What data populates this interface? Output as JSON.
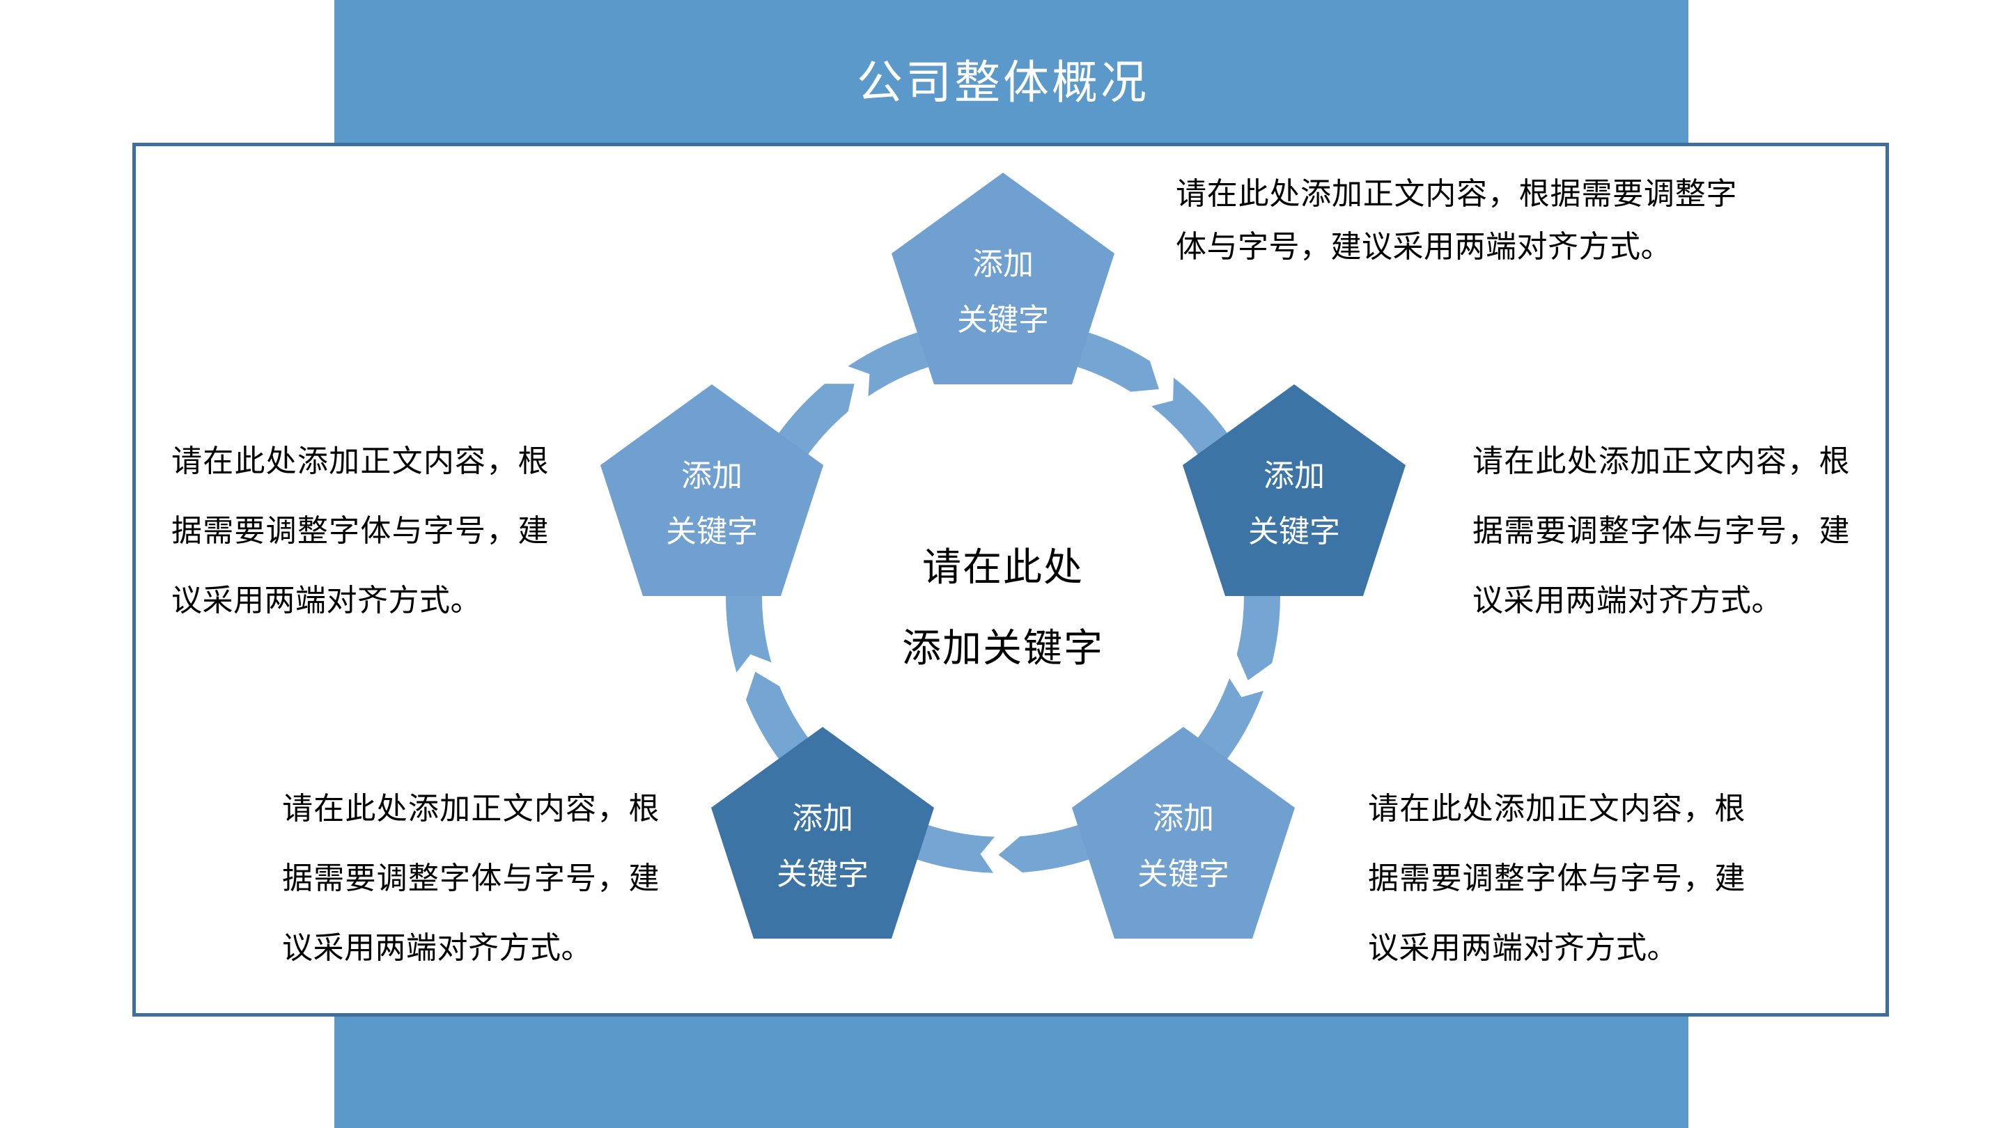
{
  "slide": {
    "title": "公司整体概况",
    "colors": {
      "band": "#5B99CA",
      "card_border": "#3E6E9C",
      "pentagon_light": "#6FA0CF",
      "pentagon_dark": "#3C74A6",
      "arc": "#74A5D3",
      "title_text": "#FFFFFF",
      "label_text": "#FFFFFF",
      "body_text": "#000000"
    }
  },
  "diagram": {
    "type": "cycle-of-5-pentagons",
    "flow_direction": "clockwise",
    "center": {
      "line1": "请在此处",
      "line2": "添加关键字"
    },
    "pentagons": [
      {
        "position": "top",
        "tone": "light",
        "line1": "添加",
        "line2": "关键字"
      },
      {
        "position": "right",
        "tone": "dark",
        "line1": "添加",
        "line2": "关键字"
      },
      {
        "position": "bottom-right",
        "tone": "light",
        "line1": "添加",
        "line2": "关键字"
      },
      {
        "position": "bottom-left",
        "tone": "dark",
        "line1": "添加",
        "line2": "关键字"
      },
      {
        "position": "left",
        "tone": "light",
        "line1": "添加",
        "line2": "关键字"
      }
    ]
  },
  "notes": {
    "top_right": "请在此处添加正文内容，根据需要调整字体与字号，建议采用两端对齐方式。",
    "left": "请在此处添加正文内容，根据需要调整字体与字号，建议采用两端对齐方式。",
    "right": "请在此处添加正文内容，根据需要调整字体与字号，建议采用两端对齐方式。",
    "bottom_left": "请在此处添加正文内容，根据需要调整字体与字号，建议采用两端对齐方式。",
    "bottom_right": "请在此处添加正文内容，根据需要调整字体与字号，建议采用两端对齐方式。"
  }
}
